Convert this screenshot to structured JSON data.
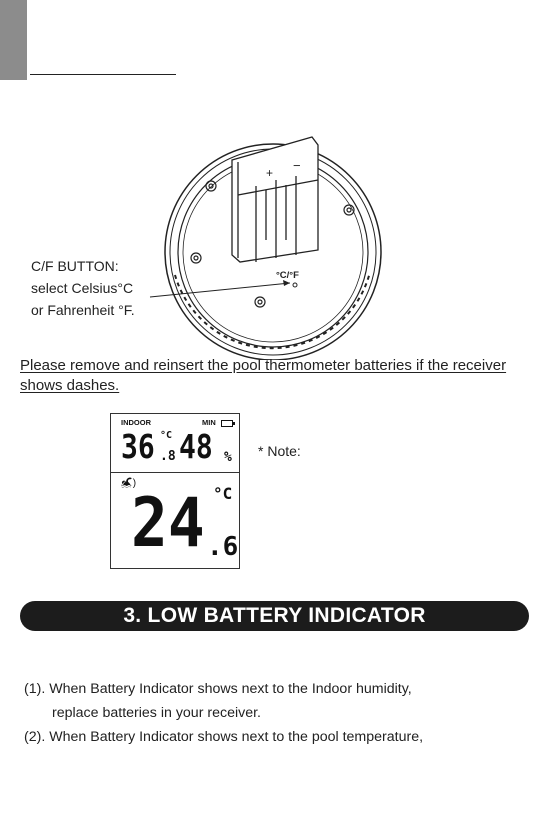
{
  "header": {
    "tab_color": "#8c8c8c"
  },
  "figure": {
    "cf_button_callout": [
      "C/F BUTTON:",
      "select Celsius°C",
      "or Fahrenheit °F."
    ],
    "battery_plus": "+",
    "battery_minus": "−",
    "cf_mark": "°C/°F"
  },
  "note": "Please remove and reinsert the pool thermometer batteries if the receiver shows dashes.",
  "lcd": {
    "indoor_label": "INDOOR",
    "min_label": "MIN",
    "indoor_temp_main": "36",
    "indoor_temp_dec": ".8",
    "indoor_temp_unit": "°C",
    "humidity": "48",
    "humidity_unit": "%",
    "pool_temp_main": "24",
    "pool_temp_dec": ".6",
    "pool_temp_unit": "°C",
    "pool_icon": "swimmer-signal-icon"
  },
  "side_note": "* Note:",
  "section": {
    "title": "3. LOW BATTERY INDICATOR"
  },
  "steps": [
    "(1). When Battery Indicator shows next to the Indoor humidity,",
    "replace batteries in your receiver.",
    "(2). When Battery Indicator shows next to the pool temperature,"
  ]
}
